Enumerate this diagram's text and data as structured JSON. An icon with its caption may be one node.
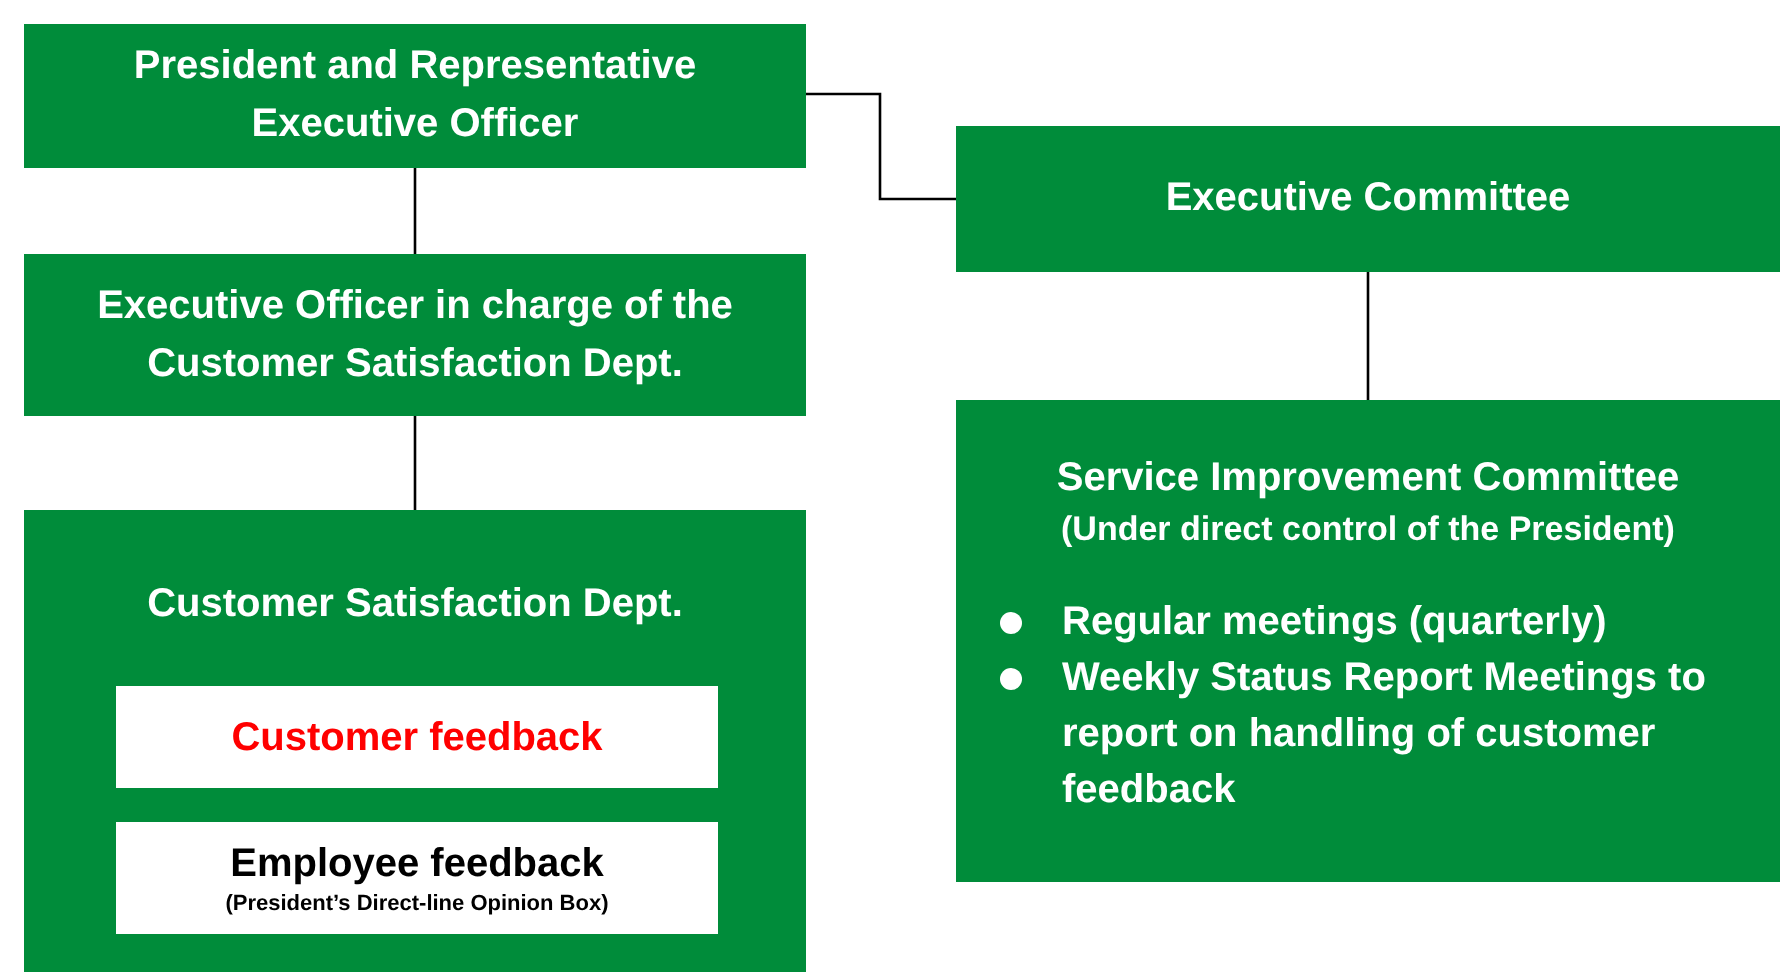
{
  "diagram": {
    "nodes": [
      {
        "text": [
          "President and Representative Executive Officer"
        ]
      },
      {
        "text": [
          "Executive Committee"
        ]
      },
      {
        "text": [
          "Executive Officer in charge of the Customer Satisfaction Dept."
        ]
      },
      {
        "text": [
          "Customer Satisfaction Dept."
        ]
      },
      {
        "text": [
          "Customer feedback"
        ],
        "in": 3
      },
      {
        "text": [
          "Employee feedback",
          "(President’s Direct-line Opinion Box)"
        ],
        "in": 3
      },
      {
        "text": [
          "Service Improvement Committee",
          "(Under direct control of the President)",
          "Regular meetings (quarterly)",
          "Weekly Status Report Meetings to report on handling of customer feedback"
        ]
      }
    ],
    "edges": [
      {
        "from": 0,
        "to": 1,
        "arrow": "none"
      },
      {
        "from": 0,
        "to": 2,
        "arrow": "none"
      },
      {
        "from": 2,
        "to": 3,
        "arrow": "none"
      },
      {
        "from": 1,
        "to": 6,
        "arrow": "none"
      }
    ]
  }
}
